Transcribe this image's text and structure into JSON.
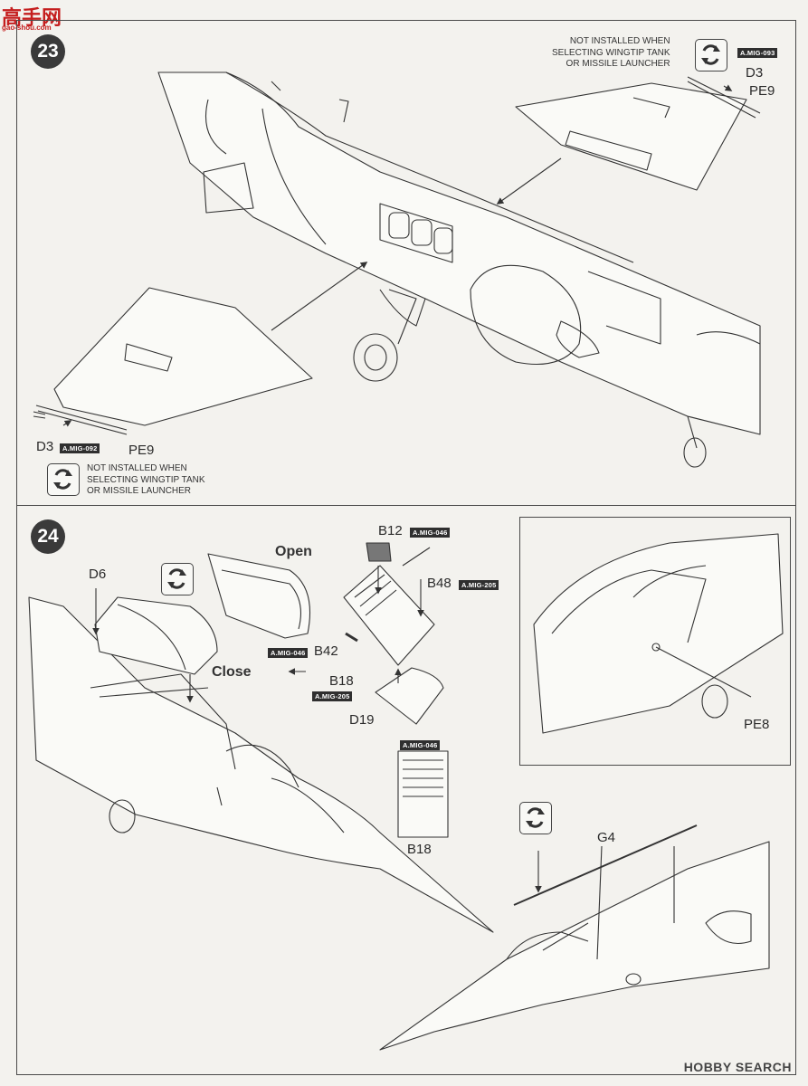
{
  "watermark": {
    "cn": "高手网",
    "url": "gao-shou.com"
  },
  "step23": {
    "number": "23",
    "note_top": [
      "NOT INSTALLED WHEN",
      "SELECTING WINGTIP TANK",
      "OR MISSILE LAUNCHER"
    ],
    "badge_top": "A.MIG-093",
    "label_d3_top": "D3",
    "label_pe9_top": "PE9",
    "label_d3_bottom": "D3",
    "badge_bottom": "A.MIG-092",
    "label_pe9_bottom": "PE9",
    "note_bottom": [
      "NOT INSTALLED WHEN",
      "SELECTING WINGTIP TANK",
      "OR MISSILE LAUNCHER"
    ]
  },
  "step24": {
    "number": "24",
    "label_d6": "D6",
    "open_label": "Open",
    "close_label": "Close",
    "label_b12": "B12",
    "badge_b12": "A.MIG-046",
    "label_b48": "B48",
    "badge_b48": "A.MIG-205",
    "label_b42": "B42",
    "badge_b42": "A.MIG-046",
    "label_b18": "B18",
    "badge_b18": "A.MIG-205",
    "label_d19": "D19",
    "badge_seat": "A.MIG-046",
    "label_b18_seat": "B18",
    "label_pe8": "PE8",
    "label_g4": "G4"
  },
  "footer": {
    "brand": "HOBBY SEARCH"
  }
}
